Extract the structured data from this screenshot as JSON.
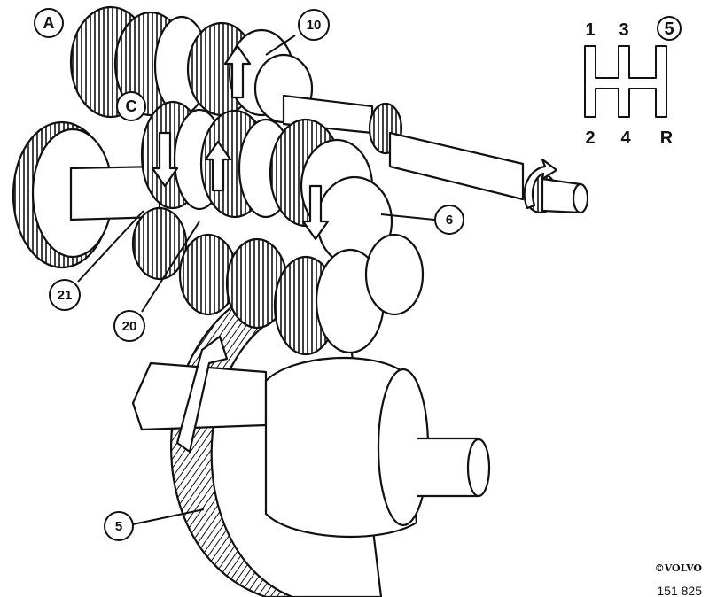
{
  "callouts": {
    "a": "A",
    "c": "C",
    "n10": "10",
    "n6": "6",
    "n21": "21",
    "n20": "20",
    "n5": "5"
  },
  "shift_pattern": {
    "top": [
      "1",
      "3",
      "5"
    ],
    "bottom": [
      "2",
      "4",
      "R"
    ],
    "selected_gear": "5"
  },
  "footer": {
    "copyright": "©VOLVO",
    "figure_number": "151 825"
  },
  "colors": {
    "ink": "#111111",
    "paper": "#ffffff"
  }
}
